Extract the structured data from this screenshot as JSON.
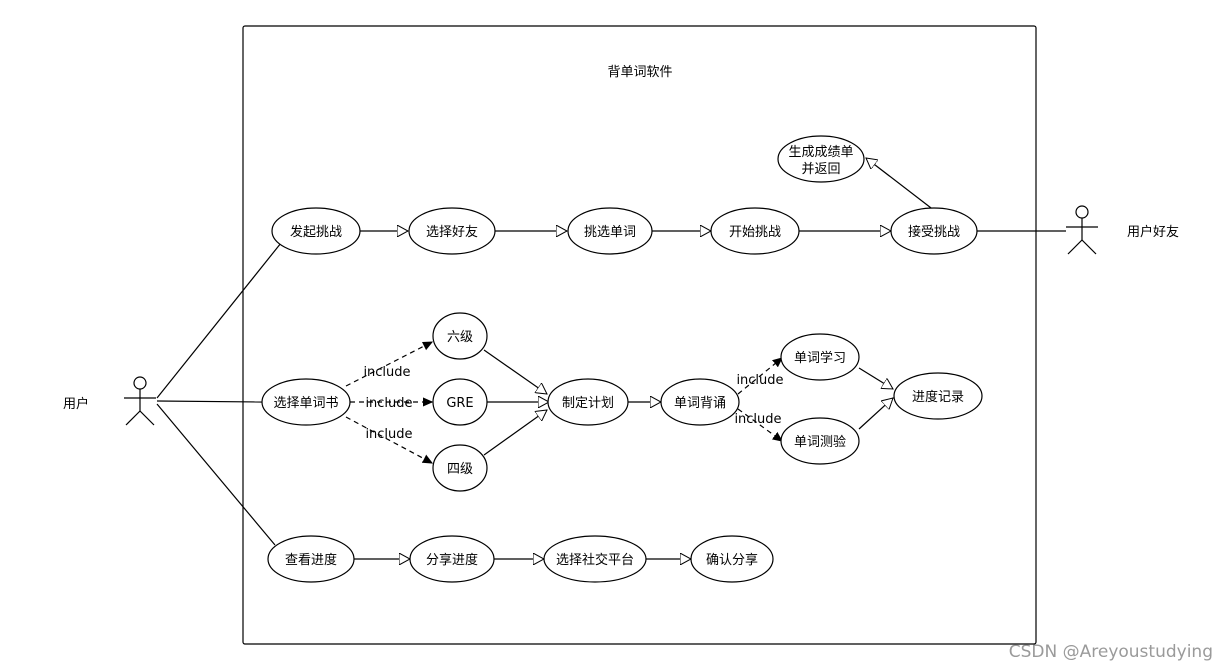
{
  "system": {
    "title": "背单词软件"
  },
  "actors": {
    "user": "用户",
    "friend": "用户好友"
  },
  "use_cases": {
    "launch_challenge": "发起挑战",
    "select_friend": "选择好友",
    "pick_words": "挑选单词",
    "start_challenge": "开始挑战",
    "accept_challenge": "接受挑战",
    "report_line1": "生成成绩单",
    "report_line2": "并返回",
    "select_book": "选择单词书",
    "cet6": "六级",
    "gre": "GRE",
    "cet4": "四级",
    "make_plan": "制定计划",
    "recite_words": "单词背诵",
    "word_study": "单词学习",
    "word_test": "单词测验",
    "progress_record": "进度记录",
    "view_progress": "查看进度",
    "share_progress": "分享进度",
    "choose_platform": "选择社交平台",
    "confirm_share": "确认分享"
  },
  "include_labels": {
    "to_cet6": "include",
    "to_gre": "include",
    "to_cet4": "include",
    "to_study": "include",
    "to_test": "include"
  },
  "watermark": "CSDN @Areyoustudying"
}
